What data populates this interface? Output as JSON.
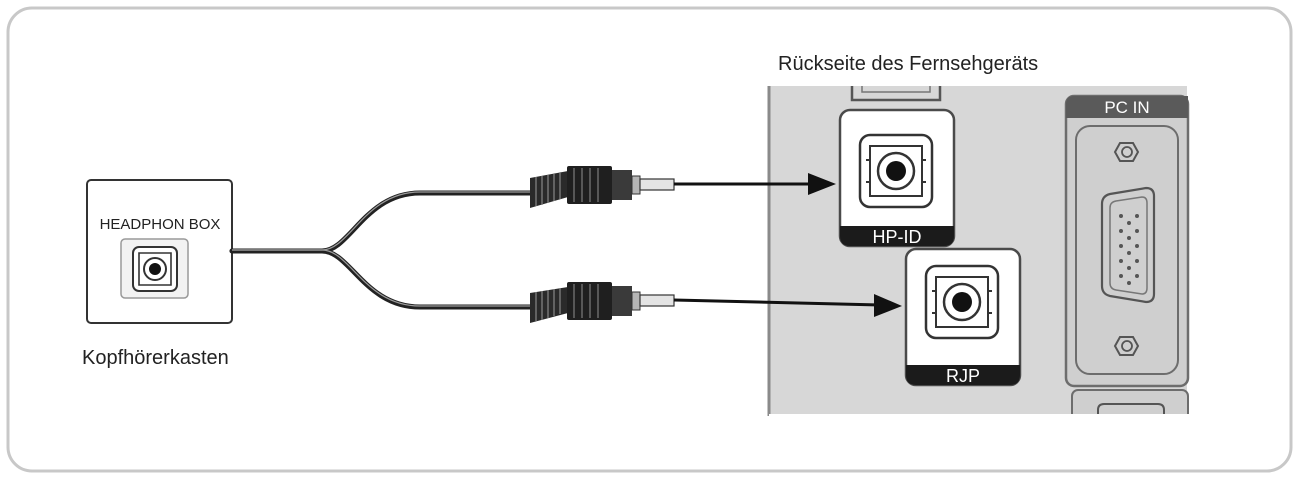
{
  "tv_back_label": "Rückseite des Fernsehgeräts",
  "headphone_box": {
    "label": "HEADPHON BOX",
    "caption": "Kopfhörerkasten"
  },
  "ports": {
    "hp_id": "HP-ID",
    "rjp": "RJP",
    "pc_in": "PC IN"
  }
}
